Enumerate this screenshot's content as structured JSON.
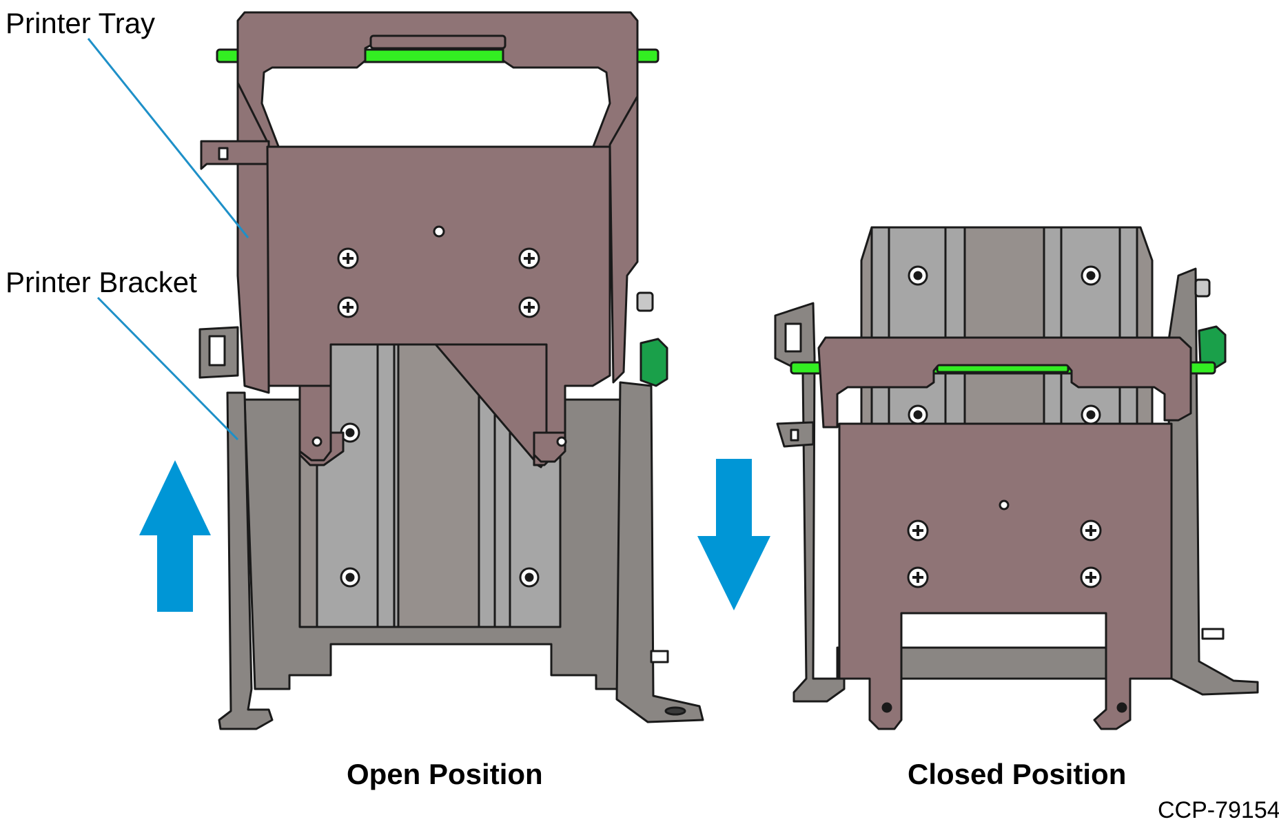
{
  "callouts": {
    "printer_tray": "Printer Tray",
    "printer_bracket": "Printer Bracket"
  },
  "captions": {
    "open": "Open Position",
    "closed": "Closed Position"
  },
  "document_id": "CCP-79154",
  "colors": {
    "tray": "#8f7476",
    "bracket": "#8a8683",
    "rail": "#a6a6a6",
    "back_panel": "#96908d",
    "rod": "#33ee22",
    "knob": "#1aa04a",
    "callout_line": "#1e90c8",
    "arrow": "#0096d6",
    "outline": "#1a1a1a"
  },
  "icons": {
    "open_arrow": "arrow-up-icon",
    "closed_arrow": "arrow-down-icon"
  }
}
